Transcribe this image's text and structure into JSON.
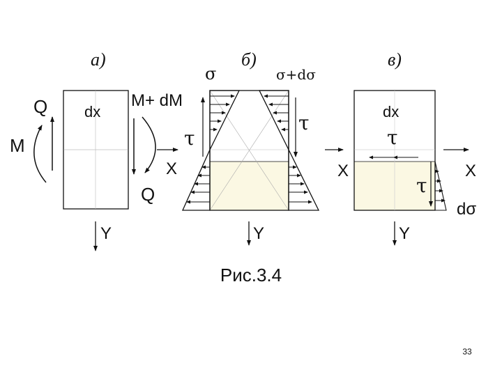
{
  "panel_a": {
    "title": "а)",
    "dx": "dx",
    "q_left": "Q",
    "m_left": "M",
    "m_right": "M+ dM",
    "q_right": "Q",
    "x_axis": "X",
    "y_axis": "Y"
  },
  "panel_b": {
    "title": "б)",
    "sigma": "σ",
    "sigma_d": "σ+dσ",
    "tau_left": "τ",
    "tau_right": "τ",
    "x_axis": "X",
    "y_axis": "Y"
  },
  "panel_c": {
    "title": "в)",
    "dx": "dx",
    "tau_top": "τ",
    "tau_side": "τ",
    "dsigma": "dσ",
    "x_left": "X",
    "x_right": "X",
    "y_axis": "Y"
  },
  "caption": "Рис.3.4",
  "page_number": "33",
  "colors": {
    "ink": "#111111",
    "shade": "#fbf8e3",
    "thin": "#999999"
  }
}
